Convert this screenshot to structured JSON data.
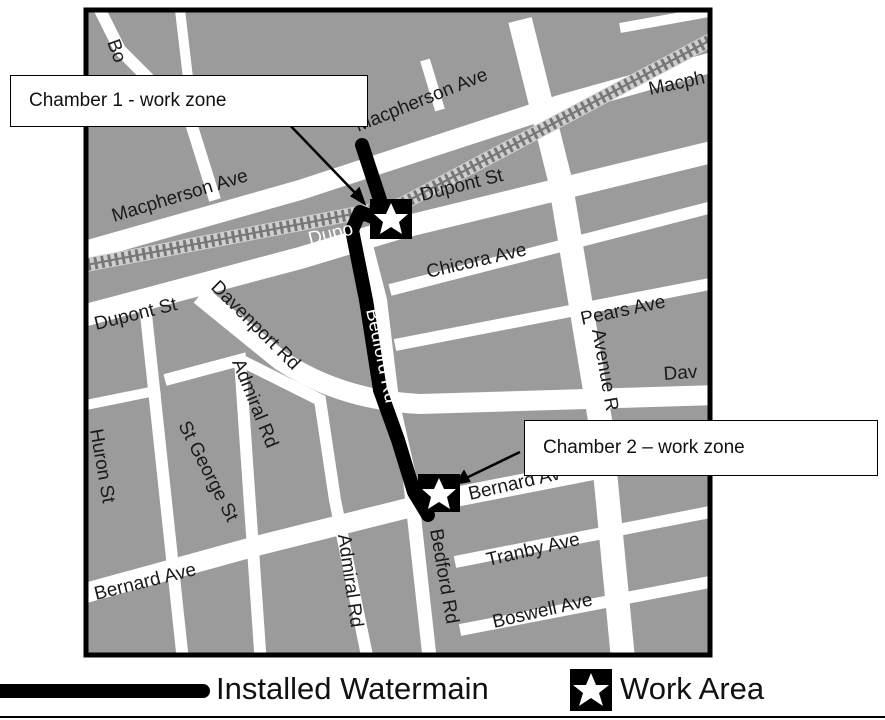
{
  "colors": {
    "background": "#9b9b9b",
    "road": "#ffffff",
    "watermain": "#000000",
    "frame": "#000000",
    "railway": "#777777"
  },
  "callouts": {
    "chamber1": "Chamber 1 - work zone",
    "chamber2": "Chamber 2 – work zone"
  },
  "streets": {
    "bo": "Bo",
    "macpherson_ave_top": "Macpherson Ave",
    "macph": "Macph",
    "macpherson_ave_left": "Macpherson Ave",
    "dupont_st_top": "Dupont St",
    "dupo": "Dupo",
    "chicora_ave": "Chicora Ave",
    "dupont_st_left": "Dupont St",
    "davenport_rd": "Davenport Rd",
    "pears_ave": "Pears Ave",
    "avenue_r": "Avenue R",
    "dav": "Dav",
    "bedford_rd_upper": "Bedford Rd",
    "admiral_rd_upper": "Admiral Rd",
    "huron_st": "Huron St",
    "st_george_st": "St George St",
    "bernard_ave_right": "Bernard Av",
    "tranby_ave": "Tranby Ave",
    "bernard_ave_left": "Bernard Ave",
    "admiral_rd_lower": "Admiral Rd",
    "bedford_rd_lower": "Bedford Rd",
    "boswell_ave": "Boswell Ave"
  },
  "legend": {
    "watermain_label": "Installed Watermain",
    "work_area_label": "Work Area",
    "watermain_icon": "thick-black-line",
    "work_area_icon": "white-star-on-black-square"
  }
}
